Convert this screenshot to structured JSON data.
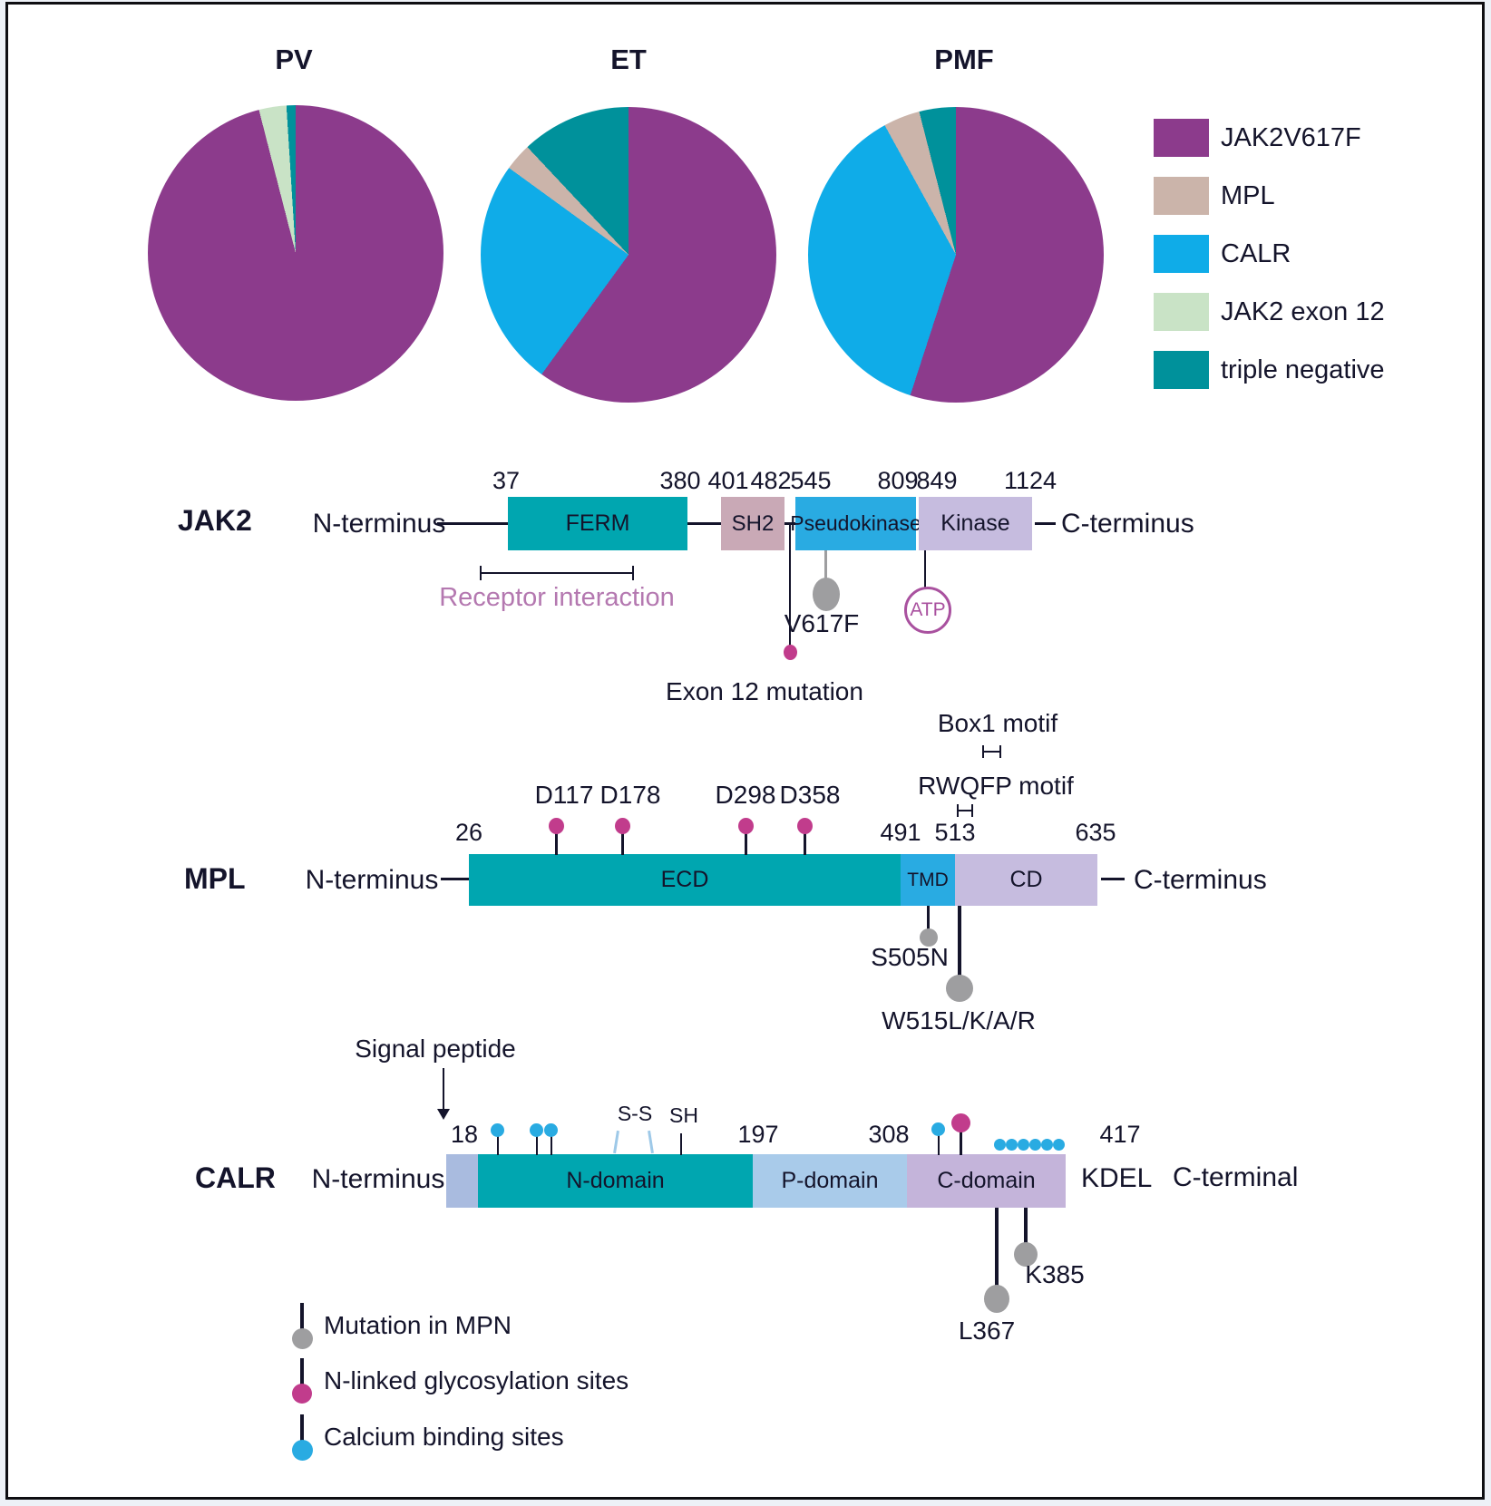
{
  "chart_data": [
    {
      "type": "pie",
      "title": "PV",
      "slices": [
        {
          "label": "JAK2V617F",
          "value": 96,
          "color": "#8c3b8c"
        },
        {
          "label": "JAK2 exon 12",
          "value": 3,
          "color": "#c9e3c6"
        },
        {
          "label": "triple negative",
          "value": 1,
          "color": "#00919b"
        }
      ]
    },
    {
      "type": "pie",
      "title": "ET",
      "slices": [
        {
          "label": "JAK2V617F",
          "value": 60,
          "color": "#8c3b8c"
        },
        {
          "label": "CALR",
          "value": 25,
          "color": "#0face8"
        },
        {
          "label": "MPL",
          "value": 3,
          "color": "#cbb4aa"
        },
        {
          "label": "triple negative",
          "value": 12,
          "color": "#00919b"
        }
      ]
    },
    {
      "type": "pie",
      "title": "PMF",
      "slices": [
        {
          "label": "JAK2V617F",
          "value": 55,
          "color": "#8c3b8c"
        },
        {
          "label": "CALR",
          "value": 37,
          "color": "#0face8"
        },
        {
          "label": "MPL",
          "value": 4,
          "color": "#cbb4aa"
        },
        {
          "label": "triple negative",
          "value": 4,
          "color": "#00919b"
        }
      ]
    }
  ],
  "legend": {
    "items": [
      {
        "label": "JAK2V617F",
        "color": "#8c3b8c"
      },
      {
        "label": "MPL",
        "color": "#cbb4aa"
      },
      {
        "label": "CALR",
        "color": "#0face8"
      },
      {
        "label": "JAK2 exon 12",
        "color": "#c9e3c6"
      },
      {
        "label": "triple negative",
        "color": "#00919b"
      }
    ]
  },
  "proteins": {
    "jak2": {
      "name": "JAK2",
      "n_terminus": "N-terminus",
      "c_terminus": "C-terminus",
      "positions": [
        "37",
        "380",
        "401",
        "482",
        "545",
        "809",
        "849",
        "1124"
      ],
      "domains": [
        {
          "label": "FERM",
          "color": "#00a6b0"
        },
        {
          "label": "SH2",
          "color": "#c9a9b6"
        },
        {
          "label": "Pseudokinase",
          "color": "#29abe2"
        },
        {
          "label": "Kinase",
          "color": "#c6bcdf"
        }
      ],
      "receptor_interaction": "Receptor interaction",
      "v617f": "V617F",
      "atp": "ATP",
      "exon12": "Exon 12 mutation"
    },
    "mpl": {
      "name": "MPL",
      "n_terminus": "N-terminus",
      "c_terminus": "C-terminus",
      "positions": [
        "26",
        "491",
        "513",
        "635"
      ],
      "domains": [
        {
          "label": "ECD",
          "color": "#00a6b0"
        },
        {
          "label": "TMD",
          "color": "#29abe2"
        },
        {
          "label": "CD",
          "color": "#c6bcdf"
        }
      ],
      "glycosylation_sites": [
        "D117",
        "D178",
        "D298",
        "D358"
      ],
      "box1": "Box1 motif",
      "rwqfp": "RWQFP motif",
      "s505n": "S505N",
      "w515": "W515L/K/A/R"
    },
    "calr": {
      "name": "CALR",
      "n_terminus": "N-terminus",
      "c_terminal": "C-terminal",
      "signal_peptide": "Signal peptide",
      "signal_color": "#a9bbdf",
      "positions": [
        "18",
        "197",
        "308",
        "417"
      ],
      "domains": [
        {
          "label": "N-domain",
          "color": "#00a6b0"
        },
        {
          "label": "P-domain",
          "color": "#a9cbea"
        },
        {
          "label": "C-domain",
          "color": "#c4b4da"
        }
      ],
      "ss": "S-S",
      "sh": "SH",
      "kdel": "KDEL",
      "l367": "L367",
      "k385": "K385"
    }
  },
  "site_legend": {
    "items": [
      {
        "label": "Mutation in MPN",
        "color": "#9e9ea0"
      },
      {
        "label": "N-linked glycosylation sites",
        "color": "#c13c8c"
      },
      {
        "label": "Calcium binding sites",
        "color": "#29abe2"
      }
    ]
  }
}
